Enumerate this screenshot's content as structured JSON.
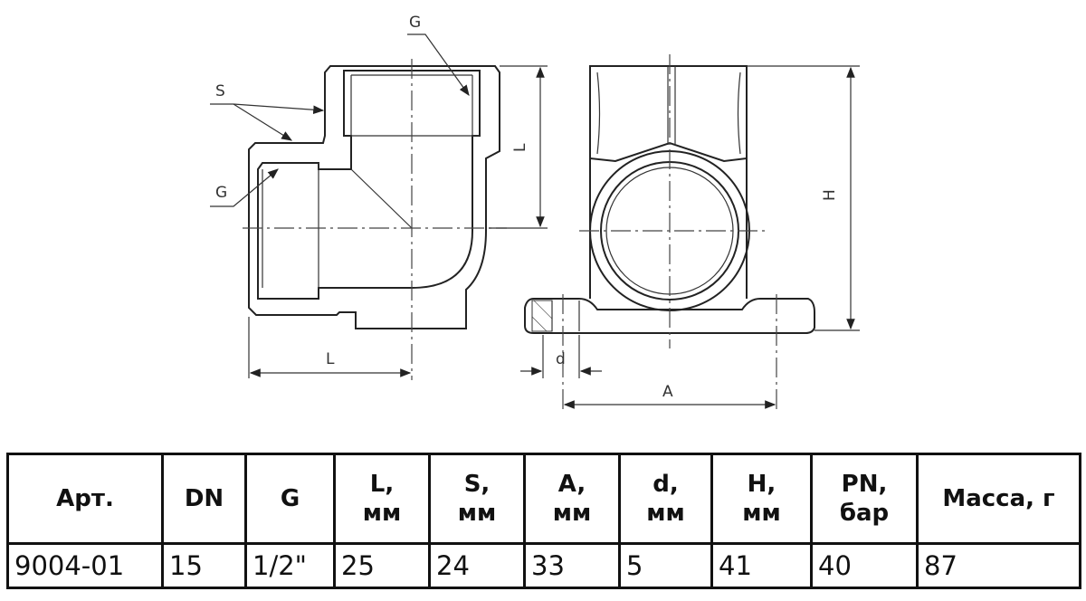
{
  "drawing": {
    "labels": {
      "G_top": "G",
      "S": "S",
      "G_left": "G",
      "L_vertical": "L",
      "L_horizontal": "L",
      "H": "H",
      "A": "A",
      "d": "d"
    }
  },
  "table": {
    "headers": [
      {
        "name": "Арт.",
        "unit": ""
      },
      {
        "name": "DN",
        "unit": ""
      },
      {
        "name": "G",
        "unit": ""
      },
      {
        "name": "L,",
        "unit": "мм"
      },
      {
        "name": "S,",
        "unit": "мм"
      },
      {
        "name": "A,",
        "unit": "мм"
      },
      {
        "name": "d,",
        "unit": "мм"
      },
      {
        "name": "H,",
        "unit": "мм"
      },
      {
        "name": "PN,",
        "unit": "бар"
      },
      {
        "name": "Масса, г",
        "unit": ""
      }
    ],
    "rows": [
      [
        "9004-01",
        "15",
        "1/2\"",
        "25",
        "24",
        "33",
        "5",
        "41",
        "40",
        "87"
      ]
    ]
  }
}
